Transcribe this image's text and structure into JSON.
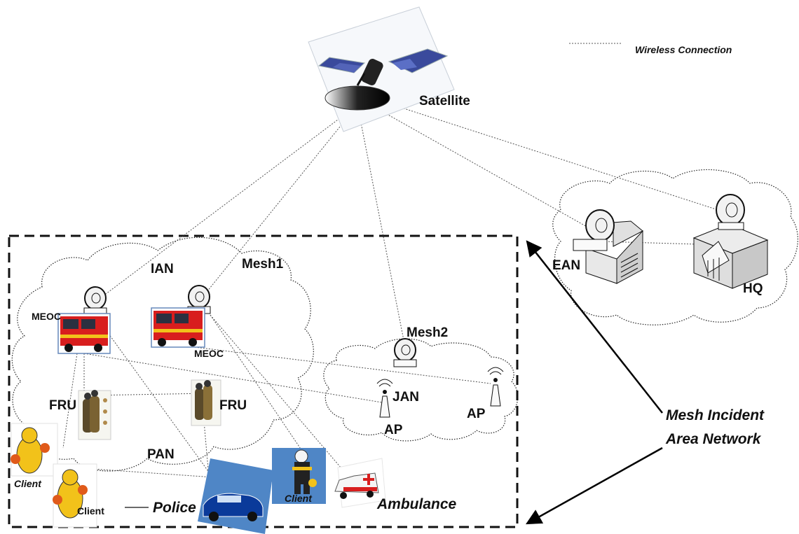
{
  "legend": {
    "wireless_label": "Wireless Connection"
  },
  "labels": {
    "satellite": "Satellite",
    "ean": "EAN",
    "hq": "HQ",
    "ian": "IAN",
    "mesh1": "Mesh1",
    "mesh2": "Mesh2",
    "meoc_left": "MEOC",
    "meoc_right": "MEOC",
    "jan": "JAN",
    "ap_left": "AP",
    "ap_right": "AP",
    "fru_left": "FRU",
    "fru_right": "FRU",
    "pan": "PAN",
    "client_top": "Client",
    "client_bottom": "Client",
    "client_center": "Client",
    "police": "Police",
    "ambulance": "Ambulance",
    "mesh_incident_line1": "Mesh Incident",
    "mesh_incident_line2": "Area Network"
  },
  "colors": {
    "line": "#555555",
    "police_panel": "#4f86c6",
    "fire_truck": "#d81e1e",
    "firefighter_suit": "#f2c21a"
  }
}
